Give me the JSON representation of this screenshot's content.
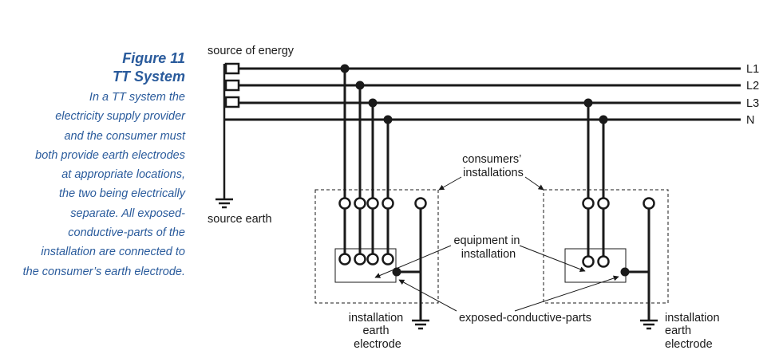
{
  "caption": {
    "figure_label": "Figure 11",
    "title": "TT System",
    "body_lines": [
      "In a TT system the",
      "electricity supply provider",
      "and the consumer must",
      "both provide earth electrodes",
      "at appropriate locations,",
      "the two being electrically",
      "separate. All exposed-",
      "conductive-parts of the",
      "installation are connected to",
      "the consumer’s earth electrode."
    ]
  },
  "diagram": {
    "source_label": "source of energy",
    "source_earth_label": "source earth",
    "conductor_labels": [
      "L1",
      "L2",
      "L3",
      "N"
    ],
    "consumers_installations_label": [
      "consumers’",
      "installations"
    ],
    "equipment_label": [
      "equipment in",
      "installation"
    ],
    "exposed_parts_label": "exposed-conductive-parts",
    "earth_electrode_left": [
      "installation",
      "earth",
      "electrode"
    ],
    "earth_electrode_right": [
      "installation",
      "earth",
      "electrode"
    ]
  }
}
